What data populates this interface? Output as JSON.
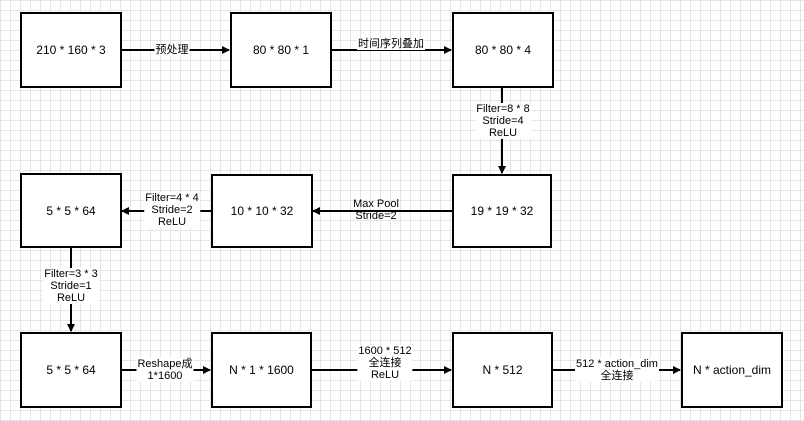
{
  "nodes": {
    "input": "210 * 160 * 3",
    "pre": "80 * 80 * 1",
    "stack": "80 * 80 * 4",
    "conv1": "19 * 19 * 32",
    "conv2": "10 * 10 * 32",
    "conv3a": "5 * 5 * 64",
    "conv3b": "5 * 5 * 64",
    "flat": "N * 1 * 1600",
    "fc": "N * 512",
    "out": "N * action_dim"
  },
  "edges": {
    "preprocess": [
      "预处理"
    ],
    "stack": [
      "时间序列叠加"
    ],
    "conv1": [
      "Filter=8 * 8",
      "Stride=4",
      "ReLU"
    ],
    "pool": [
      "Max Pool",
      "Stride=2"
    ],
    "conv2": [
      "Filter=4 * 4",
      "Stride=2",
      "ReLU"
    ],
    "conv3": [
      "Filter=3 * 3",
      "Stride=1",
      "ReLU"
    ],
    "reshape": [
      "Reshape成",
      "1*1600"
    ],
    "fc1": [
      "1600 * 512",
      "全连接",
      "ReLU"
    ],
    "fc2": [
      "512 * action_dim",
      "全连接"
    ]
  },
  "style": {
    "line_color": "#000000",
    "grid_color": "#e4e4ec"
  }
}
